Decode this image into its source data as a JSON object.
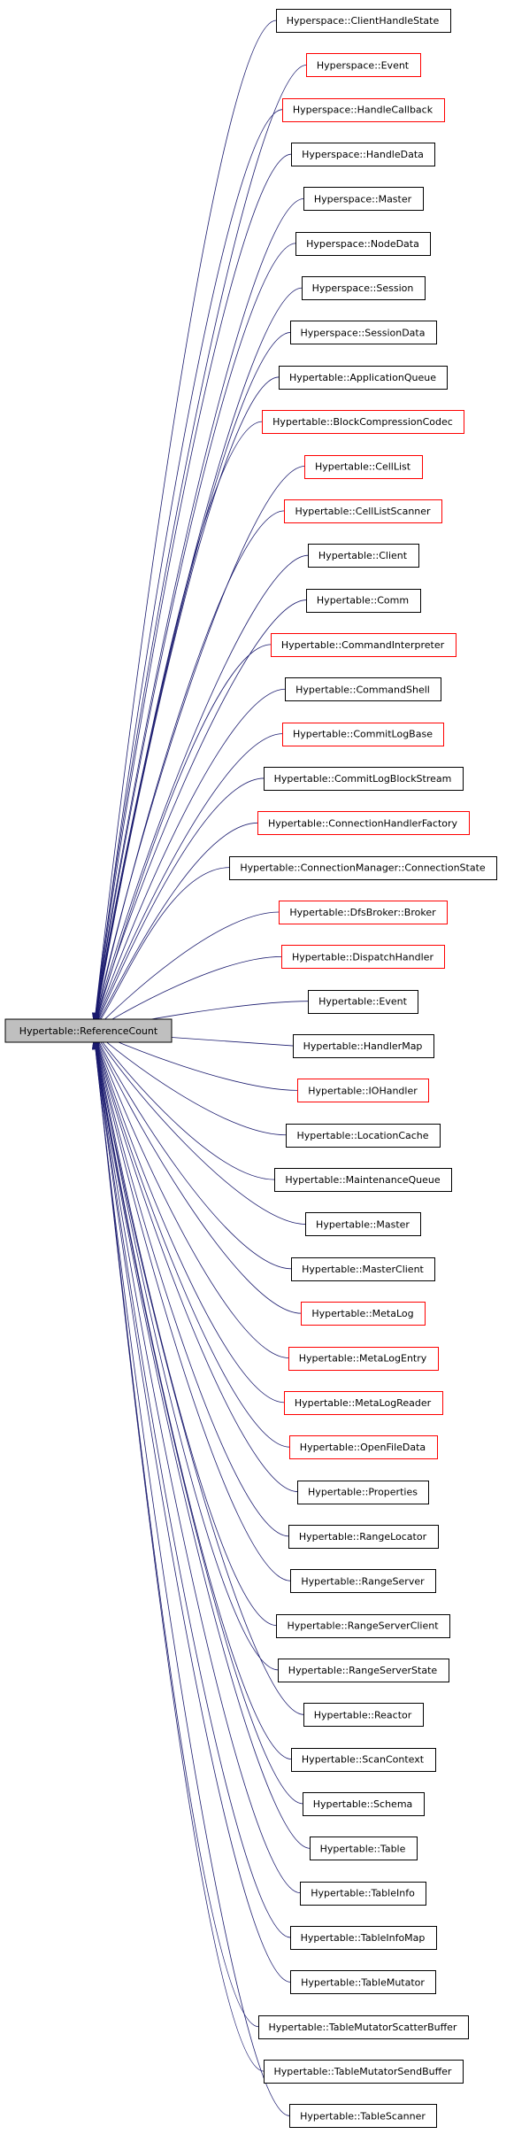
{
  "diagram": {
    "base": {
      "label": "Hypertable::ReferenceCount",
      "fill": "#bfbfbf",
      "border": "#000000"
    },
    "edge_color": "#1a1a6e",
    "derived": [
      {
        "label": "Hyperspace::ClientHandleState",
        "border": "black"
      },
      {
        "label": "Hyperspace::Event",
        "border": "red"
      },
      {
        "label": "Hyperspace::HandleCallback",
        "border": "red"
      },
      {
        "label": "Hyperspace::HandleData",
        "border": "black"
      },
      {
        "label": "Hyperspace::Master",
        "border": "black"
      },
      {
        "label": "Hyperspace::NodeData",
        "border": "black"
      },
      {
        "label": "Hyperspace::Session",
        "border": "black"
      },
      {
        "label": "Hyperspace::SessionData",
        "border": "black"
      },
      {
        "label": "Hypertable::ApplicationQueue",
        "border": "black"
      },
      {
        "label": "Hypertable::BlockCompressionCodec",
        "border": "red"
      },
      {
        "label": "Hypertable::CellList",
        "border": "red"
      },
      {
        "label": "Hypertable::CellListScanner",
        "border": "red"
      },
      {
        "label": "Hypertable::Client",
        "border": "black"
      },
      {
        "label": "Hypertable::Comm",
        "border": "black"
      },
      {
        "label": "Hypertable::CommandInterpreter",
        "border": "red"
      },
      {
        "label": "Hypertable::CommandShell",
        "border": "black"
      },
      {
        "label": "Hypertable::CommitLogBase",
        "border": "red"
      },
      {
        "label": "Hypertable::CommitLogBlockStream",
        "border": "black"
      },
      {
        "label": "Hypertable::ConnectionHandlerFactory",
        "border": "red"
      },
      {
        "label": "Hypertable::ConnectionManager::ConnectionState",
        "border": "black"
      },
      {
        "label": "Hypertable::DfsBroker::Broker",
        "border": "red"
      },
      {
        "label": "Hypertable::DispatchHandler",
        "border": "red"
      },
      {
        "label": "Hypertable::Event",
        "border": "black"
      },
      {
        "label": "Hypertable::HandlerMap",
        "border": "black"
      },
      {
        "label": "Hypertable::IOHandler",
        "border": "red"
      },
      {
        "label": "Hypertable::LocationCache",
        "border": "black"
      },
      {
        "label": "Hypertable::MaintenanceQueue",
        "border": "black"
      },
      {
        "label": "Hypertable::Master",
        "border": "black"
      },
      {
        "label": "Hypertable::MasterClient",
        "border": "black"
      },
      {
        "label": "Hypertable::MetaLog",
        "border": "red"
      },
      {
        "label": "Hypertable::MetaLogEntry",
        "border": "red"
      },
      {
        "label": "Hypertable::MetaLogReader",
        "border": "red"
      },
      {
        "label": "Hypertable::OpenFileData",
        "border": "red"
      },
      {
        "label": "Hypertable::Properties",
        "border": "black"
      },
      {
        "label": "Hypertable::RangeLocator",
        "border": "black"
      },
      {
        "label": "Hypertable::RangeServer",
        "border": "black"
      },
      {
        "label": "Hypertable::RangeServerClient",
        "border": "black"
      },
      {
        "label": "Hypertable::RangeServerState",
        "border": "black"
      },
      {
        "label": "Hypertable::Reactor",
        "border": "black"
      },
      {
        "label": "Hypertable::ScanContext",
        "border": "black"
      },
      {
        "label": "Hypertable::Schema",
        "border": "black"
      },
      {
        "label": "Hypertable::Table",
        "border": "black"
      },
      {
        "label": "Hypertable::TableInfo",
        "border": "black"
      },
      {
        "label": "Hypertable::TableInfoMap",
        "border": "black"
      },
      {
        "label": "Hypertable::TableMutator",
        "border": "black"
      },
      {
        "label": "Hypertable::TableMutatorScatterBuffer",
        "border": "black"
      },
      {
        "label": "Hypertable::TableMutatorSendBuffer",
        "border": "black"
      },
      {
        "label": "Hypertable::TableScanner",
        "border": "black"
      }
    ]
  }
}
